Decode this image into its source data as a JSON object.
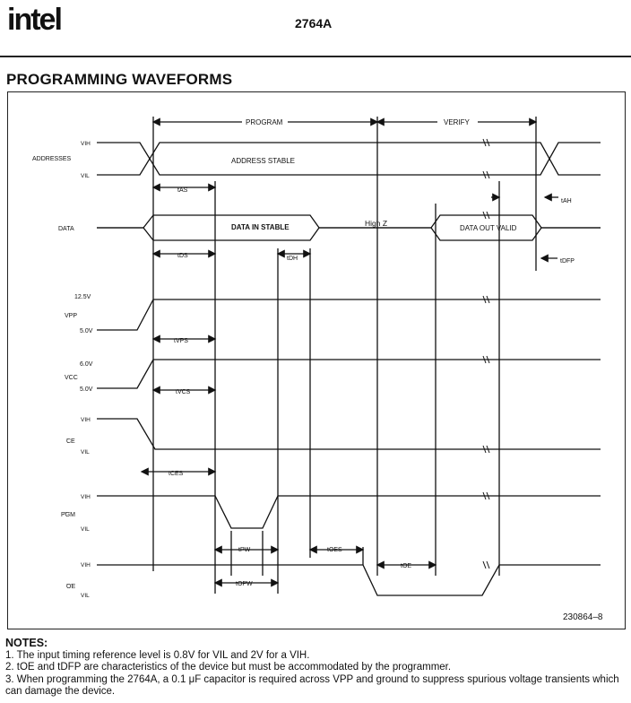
{
  "header": {
    "logo": "intel",
    "part_number": "2764A"
  },
  "section_title": "PROGRAMMING WAVEFORMS",
  "phases": {
    "program": "PROGRAM",
    "verify": "VERIFY"
  },
  "signals": {
    "addresses": "ADDRESSES",
    "data": "DATA",
    "vpp": "VPP",
    "vcc": "VCC",
    "ce": "CE",
    "pgm": "PGM",
    "oe": "OE"
  },
  "levels": {
    "vih": "VIH",
    "vil": "VIL",
    "vpp_high": "12.5V",
    "vpp_low": "5.0V",
    "vcc_high": "6.0V",
    "vcc_low": "5.0V"
  },
  "states": {
    "address_stable": "ADDRESS STABLE",
    "data_in_stable": "DATA IN STABLE",
    "high_z": "High Z",
    "data_out_valid": "DATA OUT VALID"
  },
  "timing": {
    "tas": "tAS",
    "tah": "tAH",
    "tds": "tDS",
    "tdh": "tDH",
    "tdfp": "tDFP",
    "tvps": "tVPS",
    "tvcs": "tVCS",
    "tces": "tCES",
    "tpw": "tPW",
    "topw": "tOPW",
    "toes": "tOES",
    "toe": "tOE"
  },
  "figure_id": "230864–8",
  "notes": {
    "title": "NOTES:",
    "items": [
      "1. The input timing reference level is 0.8V for VIL and 2V for a VIH.",
      "2. tOE and tDFP are characteristics of the device but must be accommodated by the programmer.",
      "3. When programming the 2764A, a 0.1 μF capacitor is required across VPP and ground to suppress spurious voltage transients which can damage the device."
    ]
  }
}
